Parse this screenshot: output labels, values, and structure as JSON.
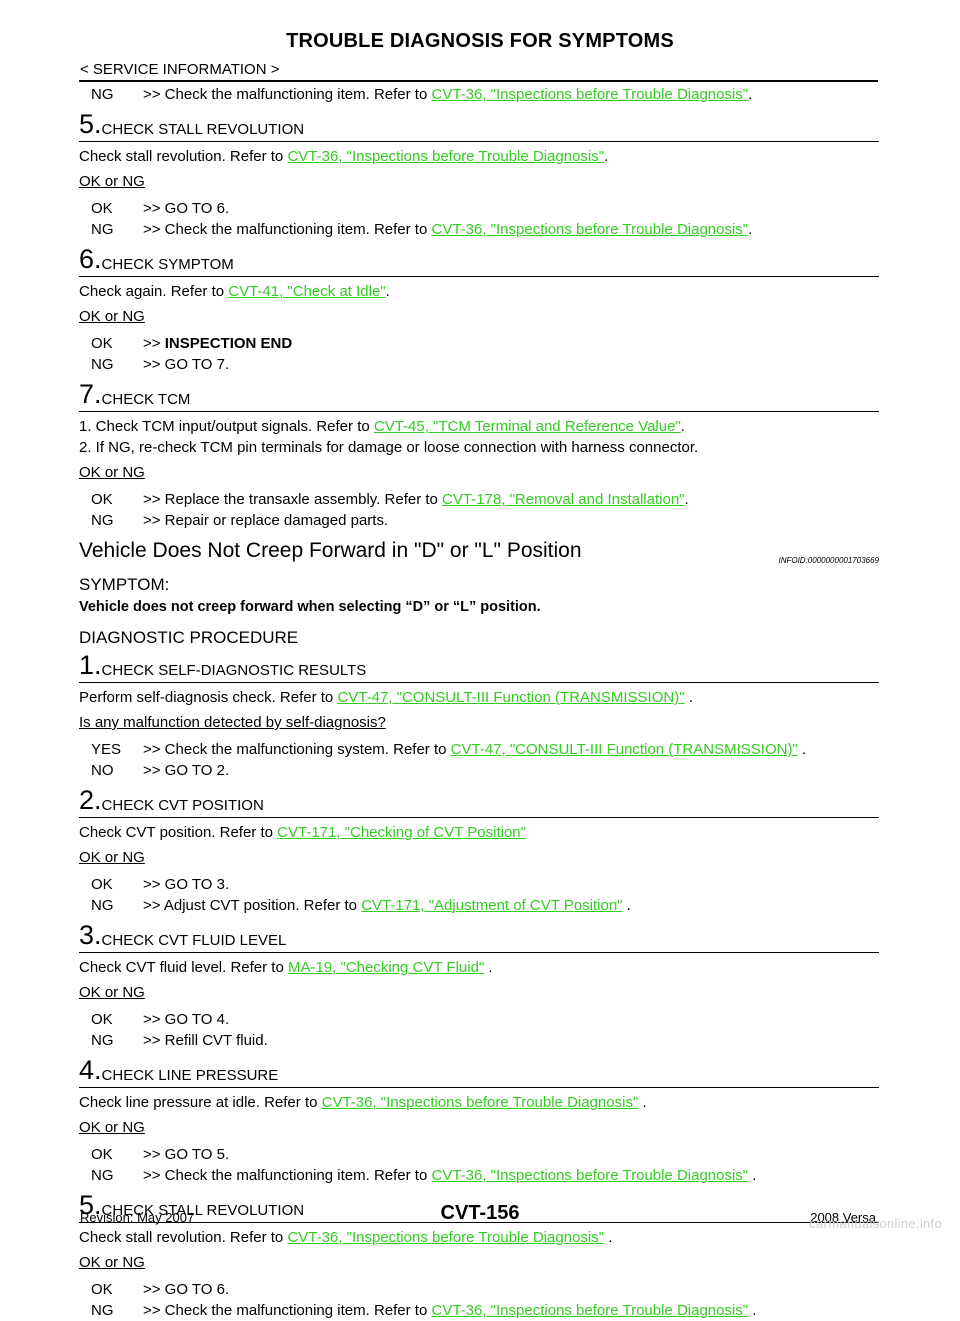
{
  "header": {
    "title": "TROUBLE DIAGNOSIS FOR SYMPTOMS",
    "section": "< SERVICE INFORMATION >"
  },
  "top": {
    "ng_key": "NG",
    "ng_text": ">> Check the malfunctioning item. Refer to ",
    "ng_link": "CVT-36, \"Inspections before Trouble Diagnosis\"",
    "ng_tail": ".",
    "step5": {
      "num": "5.",
      "title": "CHECK STALL REVOLUTION",
      "body": "Check stall revolution. Refer to ",
      "body_link": "CVT-36, \"Inspections before Trouble Diagnosis\"",
      "body_tail": ".",
      "question": "OK or NG",
      "ok_key": "OK",
      "ok_text": ">> GO TO 6.",
      "ng_key": "NG",
      "ng_text": ">> Check the malfunctioning item. Refer to ",
      "ng_link": "CVT-36, \"Inspections before Trouble Diagnosis\"",
      "ng_tail": "."
    },
    "step6": {
      "num": "6.",
      "title": "CHECK SYMPTOM",
      "body": "Check again. Refer to ",
      "body_link": "CVT-41, \"Check at Idle\"",
      "body_tail": ".",
      "question": "OK or NG",
      "ok_key": "OK",
      "ok_arrow": ">> ",
      "ok_bold": "INSPECTION END",
      "ng_key": "NG",
      "ng_text": ">> GO TO 7."
    },
    "step7": {
      "num": "7.",
      "title": "CHECK TCM",
      "item1": "1.  Check TCM input/output signals. Refer to ",
      "item1_link": "CVT-45, \"TCM Terminal and Reference Value\"",
      "item1_tail": ".",
      "item2": "2.  If NG, re-check TCM pin terminals for damage or loose connection with harness connector.",
      "question": "OK or NG",
      "ok_key": "OK",
      "ok_text": ">> Replace the transaxle assembly. Refer to ",
      "ok_link": "CVT-178, \"Removal and Installation\"",
      "ok_tail": ".",
      "ng_key": "NG",
      "ng_text": ">> Repair or replace damaged parts."
    }
  },
  "section": {
    "title": "Vehicle Does Not Creep Forward in \"D\" or \"L\" Position",
    "infoid": "INFOID:0000000001703669",
    "symptom_label": "SYMPTOM:",
    "symptom_text": "Vehicle does not creep forward when selecting “D” or “L” position.",
    "procedure_label": "DIAGNOSTIC PROCEDURE"
  },
  "steps": {
    "s1": {
      "num": "1.",
      "title": "CHECK SELF-DIAGNOSTIC RESULTS",
      "body": "Perform self-diagnosis check. Refer to ",
      "body_link": "CVT-47, \"CONSULT-III Function (TRANSMISSION)\"",
      "body_tail": " .",
      "question": "Is any malfunction detected by self-diagnosis?",
      "yes_key": "YES",
      "yes_text": ">> Check the malfunctioning system. Refer to ",
      "yes_link": "CVT-47, \"CONSULT-III Function (TRANSMISSION)\"",
      "yes_tail": " .",
      "no_key": "NO",
      "no_text": ">> GO TO 2."
    },
    "s2": {
      "num": "2.",
      "title": "CHECK CVT POSITION",
      "body": "Check CVT position. Refer to ",
      "body_link": "CVT-171, \"Checking of CVT Position\"",
      "question": "OK or NG",
      "ok_key": "OK",
      "ok_text": ">> GO TO 3.",
      "ng_key": "NG",
      "ng_text": ">> Adjust CVT position. Refer to ",
      "ng_link": "CVT-171, \"Adjustment of CVT Position\"",
      "ng_tail": " ."
    },
    "s3": {
      "num": "3.",
      "title": "CHECK CVT FLUID LEVEL",
      "body": "Check CVT fluid level. Refer to ",
      "body_link": "MA-19, \"Checking CVT Fluid\"",
      "body_tail": " .",
      "question": "OK or NG",
      "ok_key": "OK",
      "ok_text": ">> GO TO 4.",
      "ng_key": "NG",
      "ng_text": ">> Refill CVT fluid."
    },
    "s4": {
      "num": "4.",
      "title": "CHECK LINE PRESSURE",
      "body": "Check line pressure at idle. Refer to ",
      "body_link": "CVT-36, \"Inspections before Trouble Diagnosis\"",
      "body_tail": " .",
      "question": "OK or NG",
      "ok_key": "OK",
      "ok_text": ">> GO TO 5.",
      "ng_key": "NG",
      "ng_text": ">> Check the malfunctioning item. Refer to ",
      "ng_link": "CVT-36, \"Inspections before Trouble Diagnosis\"",
      "ng_tail": " ."
    },
    "s5": {
      "num": "5.",
      "title": "CHECK STALL REVOLUTION",
      "body": "Check stall revolution. Refer to ",
      "body_link": "CVT-36, \"Inspections before Trouble Diagnosis\"",
      "body_tail": " .",
      "question": "OK or NG",
      "ok_key": "OK",
      "ok_text": ">> GO TO 6.",
      "ng_key": "NG",
      "ng_text": ">> Check the malfunctioning item. Refer to ",
      "ng_link": "CVT-36, \"Inspections before Trouble Diagnosis\"",
      "ng_tail": " ."
    }
  },
  "footer": {
    "revision": "Revision: May 2007",
    "page": "CVT-156",
    "model": "2008 Versa",
    "watermark": "carmanualsonline.info"
  }
}
